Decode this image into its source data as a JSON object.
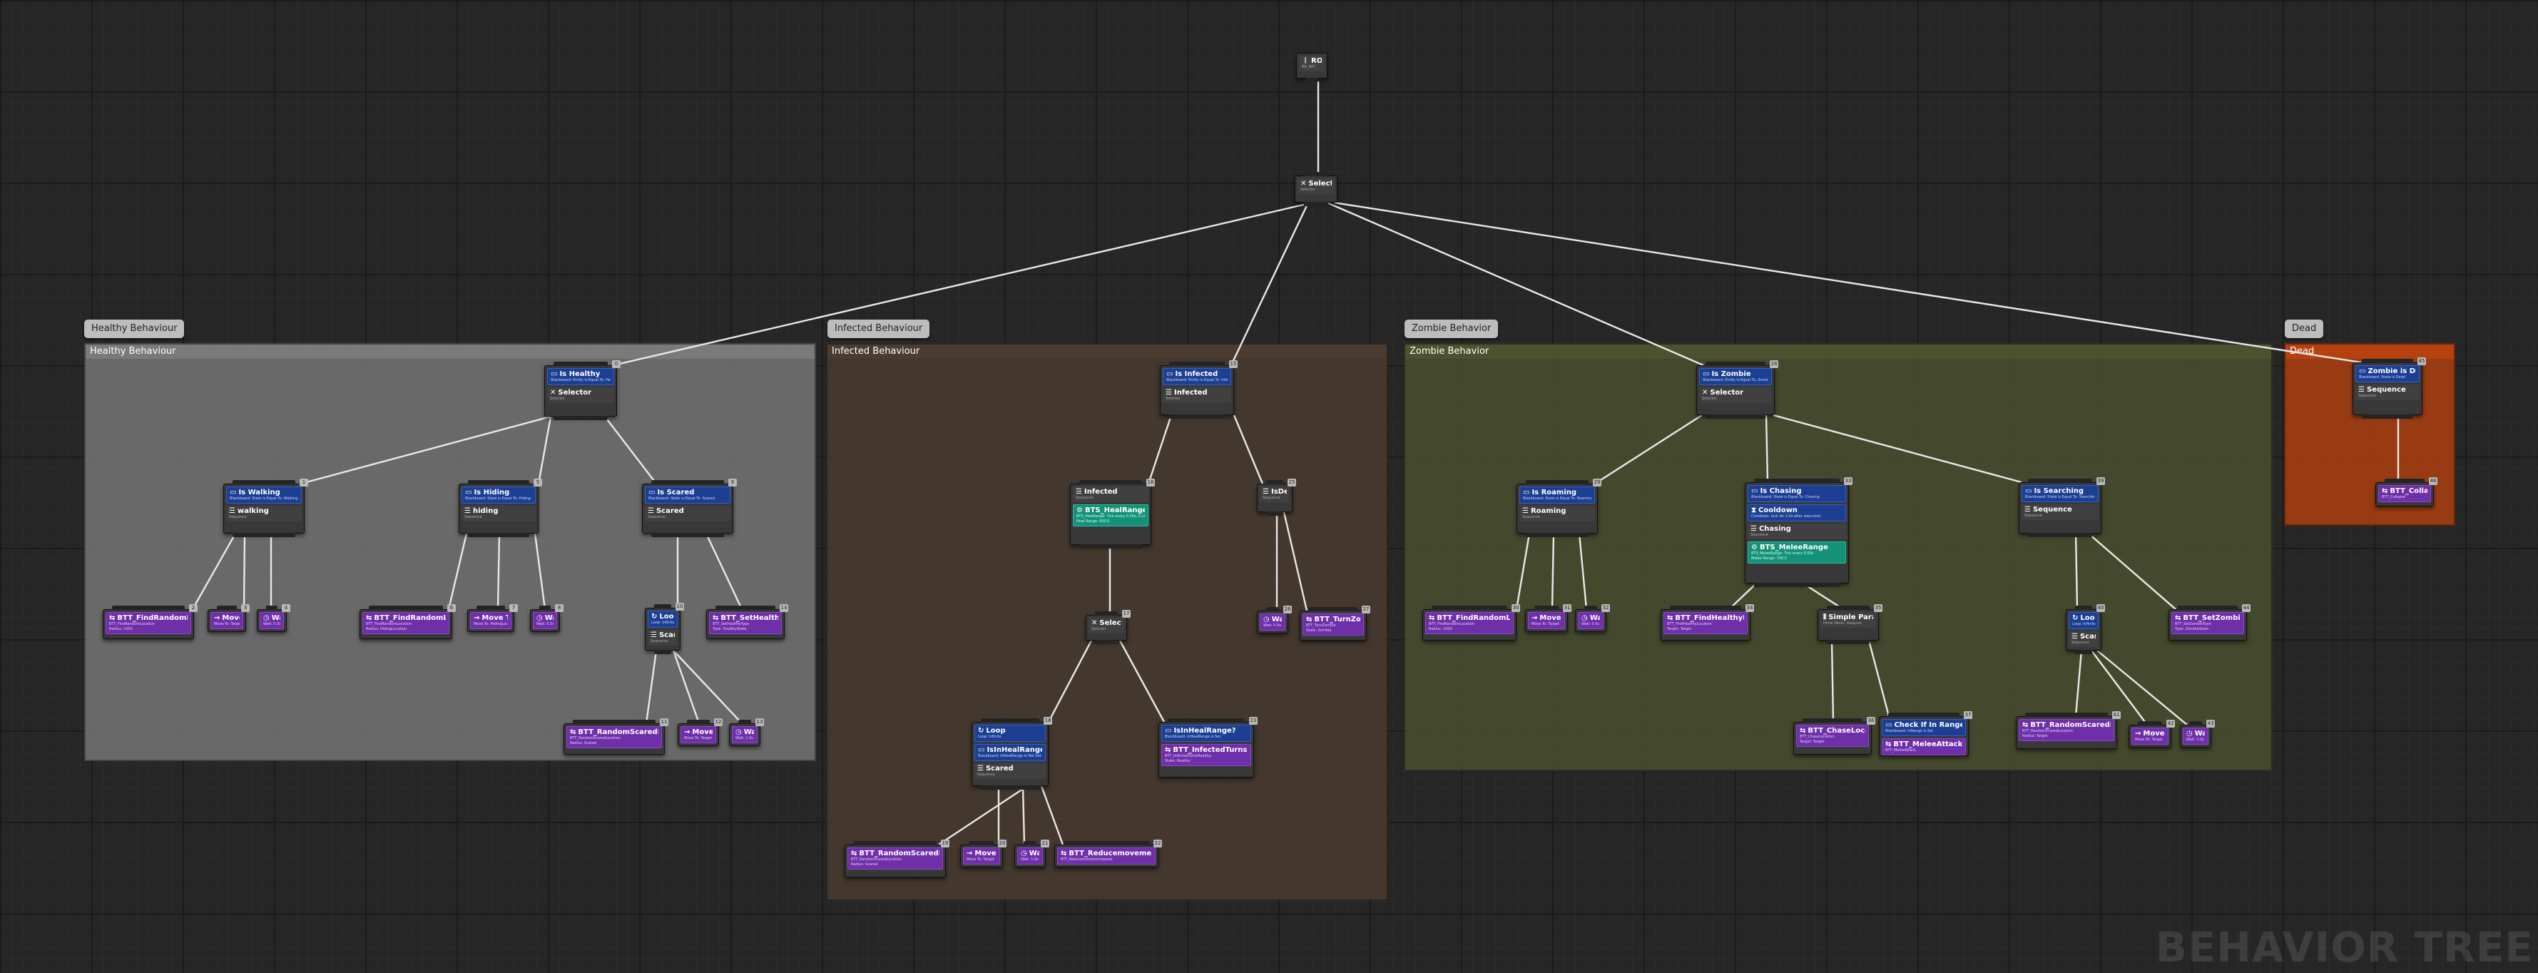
{
  "watermark": "BEHAVIOR TREE",
  "comments": {
    "healthy": "Healthy Behaviour",
    "infected": "Infected Behaviour",
    "zombie": "Zombie Behavior",
    "dead": "Dead"
  },
  "groups": {
    "healthy": {
      "title": "Healthy Behaviour",
      "color": "#7a7a7a"
    },
    "infected": {
      "title": "Infected Behaviour",
      "color": "#4b3c31"
    },
    "zombie": {
      "title": "Zombie Behavior",
      "color": "#4c522f"
    },
    "dead": {
      "title": "Dead",
      "color": "#b5410f"
    }
  },
  "colors": {
    "decorator": "#1c3f92",
    "service": "#159178",
    "task": "#6e2fa8",
    "composite": "#404040",
    "wire": "#e8e8e8"
  },
  "nodes": {
    "root": {
      "title": "ROOT",
      "sub": "BB_NPC"
    },
    "root_selector": {
      "title": "Selector",
      "sub": "Selector"
    },
    "healthy": {
      "is_healthy": {
        "dec": "Is Healthy",
        "dec_sub": "Blackboard: Entity is Equal To: Healthy",
        "title": "Selector",
        "sub": "Selector"
      },
      "walking": {
        "dec": "Is Walking",
        "dec_sub": "Blackboard: State is Equal To: Walking",
        "title": "walking",
        "sub": "Sequence"
      },
      "hiding": {
        "dec": "Is Hiding",
        "dec_sub": "Blackboard: State is Equal To: Hiding",
        "title": "hiding",
        "sub": "Sequence"
      },
      "scared": {
        "dec": "Is Scared",
        "dec_sub": "Blackboard: State is Equal To: Scared",
        "title": "Scared",
        "sub": "Sequence"
      },
      "loop": {
        "dec": "Loop",
        "dec_sub": "Loop: Infinite",
        "title": "Scared",
        "sub": "Sequence"
      },
      "find_random_1": {
        "title": "BTT_FindRandomLocation",
        "sub": "BTT_FindRandomLocation",
        "extra": "Radius: 1000"
      },
      "move_to_1": {
        "title": "Move To",
        "sub": "Move To: Target"
      },
      "wait_1": {
        "title": "Wait",
        "sub": "Wait: 5.0s"
      },
      "find_random_2": {
        "title": "BTT_FindRandomLocation",
        "sub": "BTT_FindRandomLocation",
        "extra": "Radius: HidingLocation"
      },
      "move_to_2": {
        "title": "Move To",
        "sub": "Move To: HidingLocation"
      },
      "wait_2": {
        "title": "Wait",
        "sub": "Wait: 5.0s"
      },
      "set_healthy_type": {
        "title": "BTT_SetHealthyType",
        "sub": "BTT_SetHealthyType",
        "extra": "Type: HealthyState"
      },
      "random_scared": {
        "title": "BTT_RandomScaredLocation",
        "sub": "BTT_RandomScaredLocation",
        "extra": "Radius: Scared"
      },
      "move_to_3": {
        "title": "Move To",
        "sub": "Move To: Target"
      },
      "wait_3": {
        "title": "Wait",
        "sub": "Wait: 1.0s"
      }
    },
    "infected": {
      "is_infected": {
        "dec": "Is Infected",
        "dec_sub": "Blackboard: Entity is Equal To: Infected",
        "title": "Infected",
        "sub": "Selector"
      },
      "infected_seq": {
        "title": "Infected",
        "sub": "Sequence",
        "svc": "BTS_HealRange",
        "svc_sub": "BTS_HealRange: Tick every 0.50s, 0.10s",
        "svc_extra": "Heal Range: 500.0"
      },
      "is_dead": {
        "title": "IsDead",
        "sub": "Sequence"
      },
      "selector": {
        "title": "Selector",
        "sub": "Selector"
      },
      "loop": {
        "dec": "Loop",
        "dec_sub": "Loop: Infinite",
        "dec2": "IsInHealRange?",
        "dec2_sub": "Blackboard: InHealRange is Not Set",
        "title": "Scared",
        "sub": "Sequence"
      },
      "in_heal_range": {
        "dec": "IsInHealRange?",
        "dec_sub": "Blackboard: InHealRange is Set",
        "title": "BTT_InfectedTurnsHealthy",
        "sub": "BTT_InfectedTurnsHealthy",
        "extra": "State: Healthy"
      },
      "wait_dead": {
        "title": "Wait",
        "sub": "Wait: 5.0s"
      },
      "turn_zombie": {
        "title": "BTT_TurnZombie",
        "sub": "BTT_TurnZombie",
        "extra": "State: Zombie"
      },
      "random_scared": {
        "title": "BTT_RandomScaredLocation",
        "sub": "BTT_RandomScaredLocation",
        "extra": "Radius: Scared"
      },
      "move_to": {
        "title": "Move To",
        "sub": "Move To: Target"
      },
      "wait": {
        "title": "Wait",
        "sub": "Wait: 1.0s"
      },
      "reduce_speed": {
        "title": "BTT_Reducemovementspeed",
        "sub": "BTT_Reducemovementspeed"
      }
    },
    "zombie": {
      "is_zombie": {
        "dec": "Is Zombie",
        "dec_sub": "Blackboard: Entity is Equal To: Zombie",
        "title": "Selector",
        "sub": "Selector"
      },
      "roaming": {
        "dec": "Is Roaming",
        "dec_sub": "Blackboard: State is Equal To: Roaming",
        "title": "Roaming",
        "sub": "Sequence"
      },
      "chasing": {
        "dec": "Is Chasing",
        "dec_sub": "Blackboard: State is Equal To: Chasing",
        "dec2": "Cooldown",
        "dec2_sub": "Cooldown: lock for 2.0s after execution",
        "title": "Chasing",
        "sub": "Sequence",
        "svc": "BTS_MeleeRange",
        "svc_sub": "BTS_MeleeRange: Tick every 0.50s",
        "svc_extra": "Melee Range: 150.0"
      },
      "searching": {
        "dec": "Is Searching",
        "dec_sub": "Blackboard: State is Equal To: Searching",
        "title": "Sequence",
        "sub": "Sequence"
      },
      "find_random": {
        "title": "BTT_FindRandomLocation",
        "sub": "BTT_FindRandomLocation",
        "extra": "Radius: 1000"
      },
      "move_to_1": {
        "title": "Move To",
        "sub": "Move To: Target"
      },
      "wait_1": {
        "title": "Wait",
        "sub": "Wait: 5.0s"
      },
      "find_healthy": {
        "title": "BTT_FindHealthyLocation",
        "sub": "BTT_FindHealthyLocation",
        "extra": "Target: Target"
      },
      "simple_parallel": {
        "title": "Simple Parallel",
        "sub": "Finish Mode: Delayed"
      },
      "loop": {
        "dec": "Loop",
        "dec_sub": "Loop: Infinite",
        "title": "Scared",
        "sub": "Sequence"
      },
      "set_zombie_type": {
        "title": "BTT_SetZombieType",
        "sub": "BTT_SetZombieType",
        "extra": "Type: ZombieState"
      },
      "chase_location": {
        "title": "BTT_ChaseLocation",
        "sub": "BTT_ChaseLocation",
        "extra": "Target: Target"
      },
      "melee_attack": {
        "dec": "Check If In Range",
        "dec_sub": "Blackboard: InRange is Set",
        "title": "BTT_MeleeAttack",
        "sub": "BTT_MeleeAttack"
      },
      "random_scared": {
        "title": "BTT_RandomScaredLocation",
        "sub": "BTT_RandomScaredLocation",
        "extra": "Radius: Target"
      },
      "move_to_2": {
        "title": "Move To",
        "sub": "Move To: Target"
      },
      "wait_2": {
        "title": "Wait",
        "sub": "Wait: 1.0s"
      }
    },
    "dead": {
      "is_dead": {
        "dec": "Zombie is Dead",
        "dec_sub": "Blackboard: State is Dead",
        "title": "Sequence",
        "sub": "Sequence"
      },
      "collapse": {
        "title": "BTT_Collapse",
        "sub": "BTT_Collapse"
      }
    }
  }
}
